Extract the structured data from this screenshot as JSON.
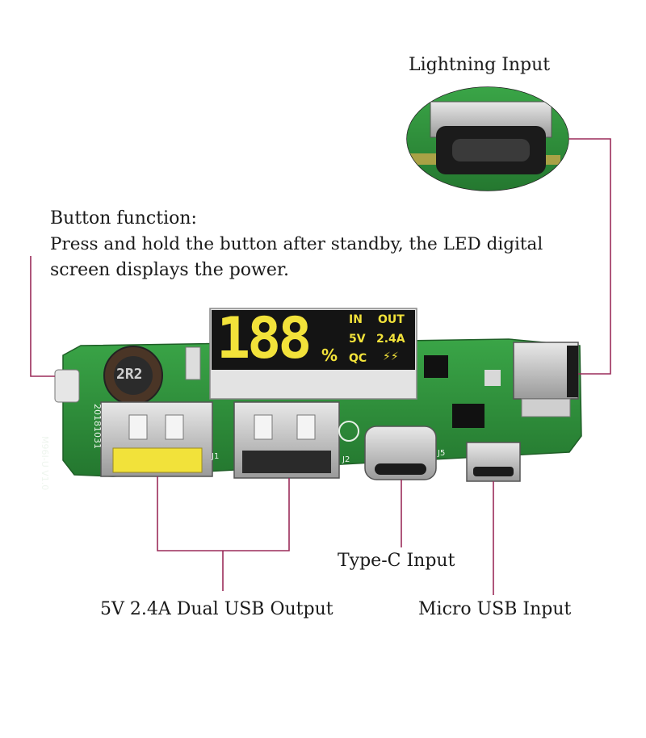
{
  "labels": {
    "lightning_input": "Lightning Input",
    "button_function_title": "Button function:",
    "button_function_line1": "Press and hold the button after standby, the LED digital",
    "button_function_line2": "screen displays the power.",
    "type_c_input": "Type-C Input",
    "dual_usb_output": "5V 2.4A Dual USB Output",
    "micro_usb_input": "Micro USB Input"
  },
  "board": {
    "display_digits": "188",
    "display_percent": "%",
    "display_in": "IN",
    "display_out": "OUT",
    "display_5v": "5V",
    "display_2_4a": "2.4A",
    "display_qc": "QC",
    "display_bolts": "⚡⚡",
    "inductor_mark": "2R2",
    "model_text": "M96I-U V1.0",
    "date_text": "20181031",
    "j_label_1": "J1",
    "j_label_2": "J2",
    "j_label_5": "J5"
  },
  "colors": {
    "callout": "#9b2c5a",
    "pcb_green": "#2f8f3a",
    "led_yellow": "#f2e23a",
    "display_black": "#141414"
  }
}
